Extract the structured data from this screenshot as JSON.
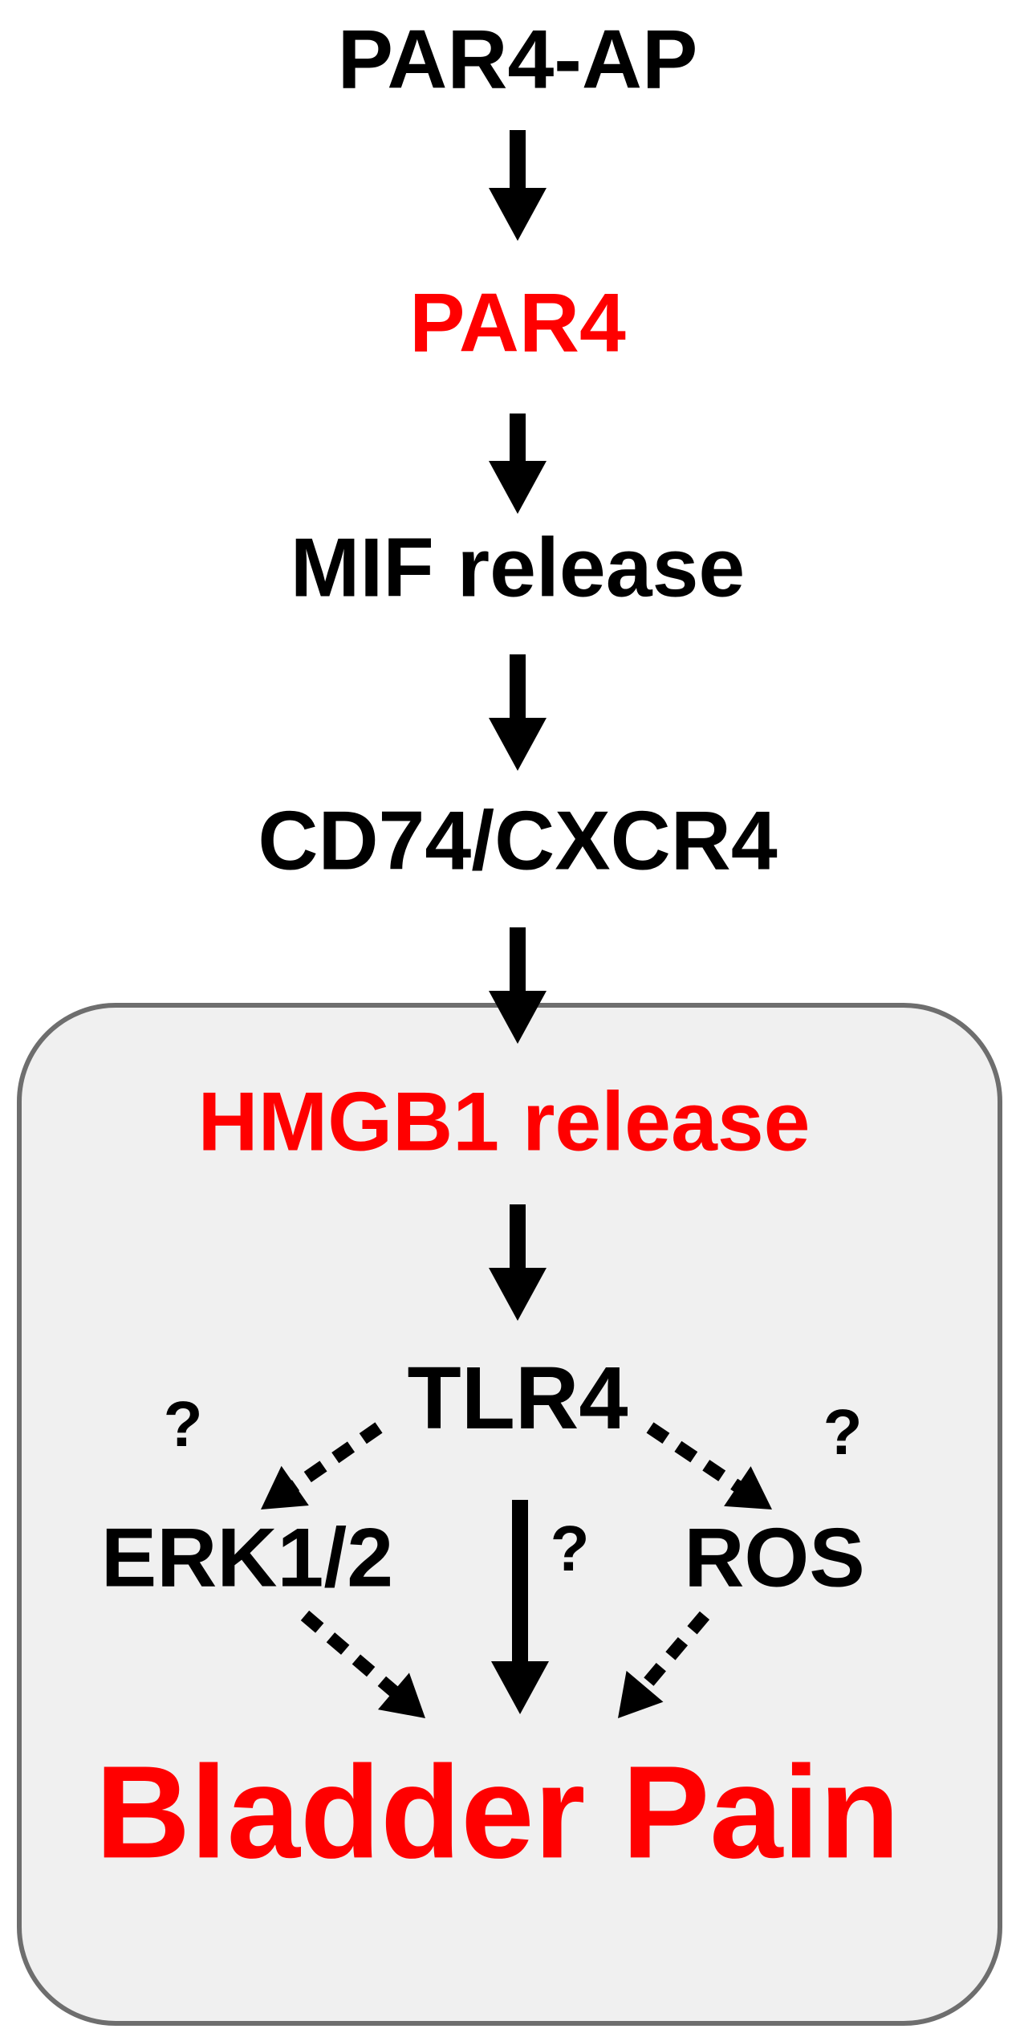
{
  "colors": {
    "text_black": "#000000",
    "text_red": "#ff0000",
    "panel_fill": "#f0f0f0",
    "panel_stroke": "#6e6e6e",
    "arrow": "#000000"
  },
  "nodes": {
    "par4_ap": "PAR4-AP",
    "par4": "PAR4",
    "mif_release": "MIF release",
    "cd74_cxcr4": "CD74/CXCR4",
    "hmgb1_release": "HMGB1 release",
    "tlr4": "TLR4",
    "erk12": "ERK1/2",
    "ros": "ROS",
    "bladder_pain": "Bladder Pain"
  },
  "question_marks": {
    "left": "?",
    "right": "?",
    "center": "?"
  },
  "edges": [
    {
      "from": "par4_ap",
      "to": "par4",
      "style": "solid"
    },
    {
      "from": "par4",
      "to": "mif_release",
      "style": "solid"
    },
    {
      "from": "mif_release",
      "to": "cd74_cxcr4",
      "style": "solid"
    },
    {
      "from": "cd74_cxcr4",
      "to": "hmgb1_release",
      "style": "solid"
    },
    {
      "from": "hmgb1_release",
      "to": "tlr4",
      "style": "solid"
    },
    {
      "from": "tlr4",
      "to": "erk12",
      "style": "dashed"
    },
    {
      "from": "tlr4",
      "to": "ros",
      "style": "dashed"
    },
    {
      "from": "tlr4",
      "to": "bladder_pain",
      "style": "solid"
    },
    {
      "from": "erk12",
      "to": "bladder_pain",
      "style": "dashed"
    },
    {
      "from": "ros",
      "to": "bladder_pain",
      "style": "dashed"
    }
  ]
}
